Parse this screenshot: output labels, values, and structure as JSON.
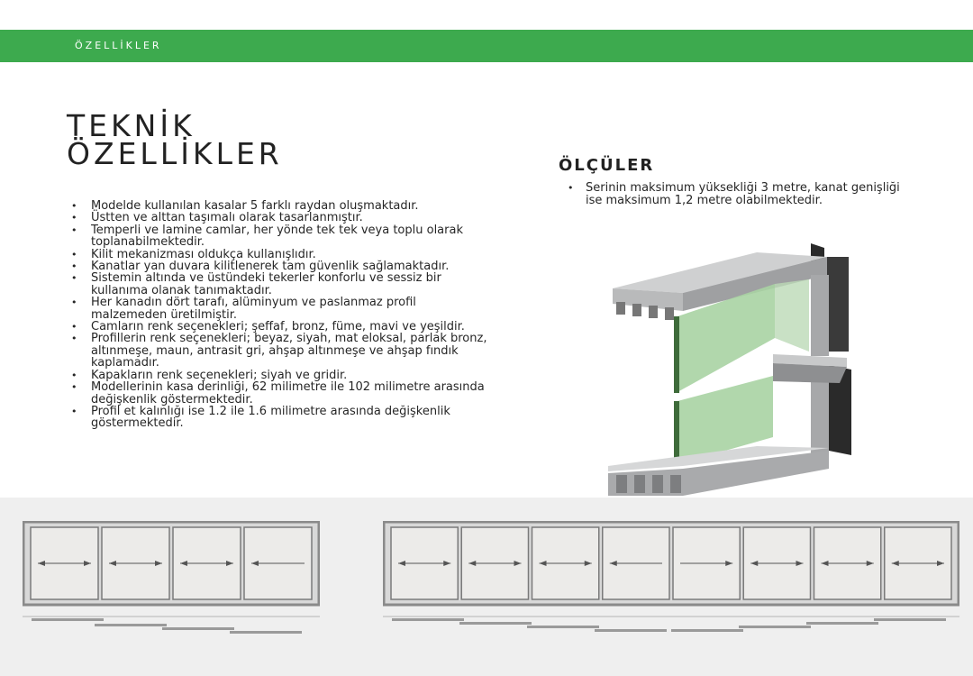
{
  "header": {
    "section_label": "ÖZELLİKLER"
  },
  "title": {
    "line1": "TEKNİK",
    "line2": "ÖZELLİKLER"
  },
  "features": [
    "Modelde kullanılan kasalar 5 farklı raydan oluşmaktadır.",
    "Üstten ve alttan taşımalı olarak tasarlanmıştır.",
    "Temperli ve lamine camlar, her yönde tek tek veya toplu olarak toplanabilmektedir.",
    "Kilit mekanizması oldukça kullanışlıdır.",
    "Kanatlar yan duvara kilitlenerek tam güvenlik sağlamaktadır.",
    "Sistemin altında ve üstündeki tekerler konforlu ve sessiz bir kullanıma olanak tanımaktadır.",
    "Her kanadın dört tarafı, alüminyum ve paslanmaz profil malzemeden üretilmiştir.",
    "Camların renk seçenekleri; şeffaf, bronz, füme, mavi ve yeşildir.",
    "Profillerin renk seçenekleri; beyaz, siyah, mat eloksal, parlak bronz, altınmeşe, maun, antrasit gri, ahşap altınmeşe ve ahşap fındık kaplamadır.",
    "Kapakların renk seçenekleri; siyah ve gridir.",
    "Modellerinin kasa derinliği, 62 milimetre ile 102 milimetre arasında değişkenlik göstermektedir.",
    "Profil et kalınlığı ise 1.2 ile 1.6 milimetre arasında değişkenlik göstermektedir."
  ],
  "dimensions": {
    "title": "ÖLÇÜLER",
    "items": [
      "Serinin maksimum yüksekliği 3 metre, kanat genişliği ise maksimum 1,2 metre olabilmektedir."
    ]
  },
  "diagrams": {
    "small": {
      "panel_count": 4,
      "arrows": [
        "both",
        "both",
        "both",
        "left"
      ]
    },
    "large": {
      "panel_count": 8,
      "arrows": [
        "both",
        "both",
        "both",
        "left",
        "right",
        "both",
        "both",
        "both"
      ]
    }
  },
  "colors": {
    "brand_green": "#3daa4e",
    "frame_gray": "#8a8a8a",
    "panel_white": "#ecebe9",
    "glass_green": "#a9d3a3",
    "bottom_bg": "#efefef"
  }
}
